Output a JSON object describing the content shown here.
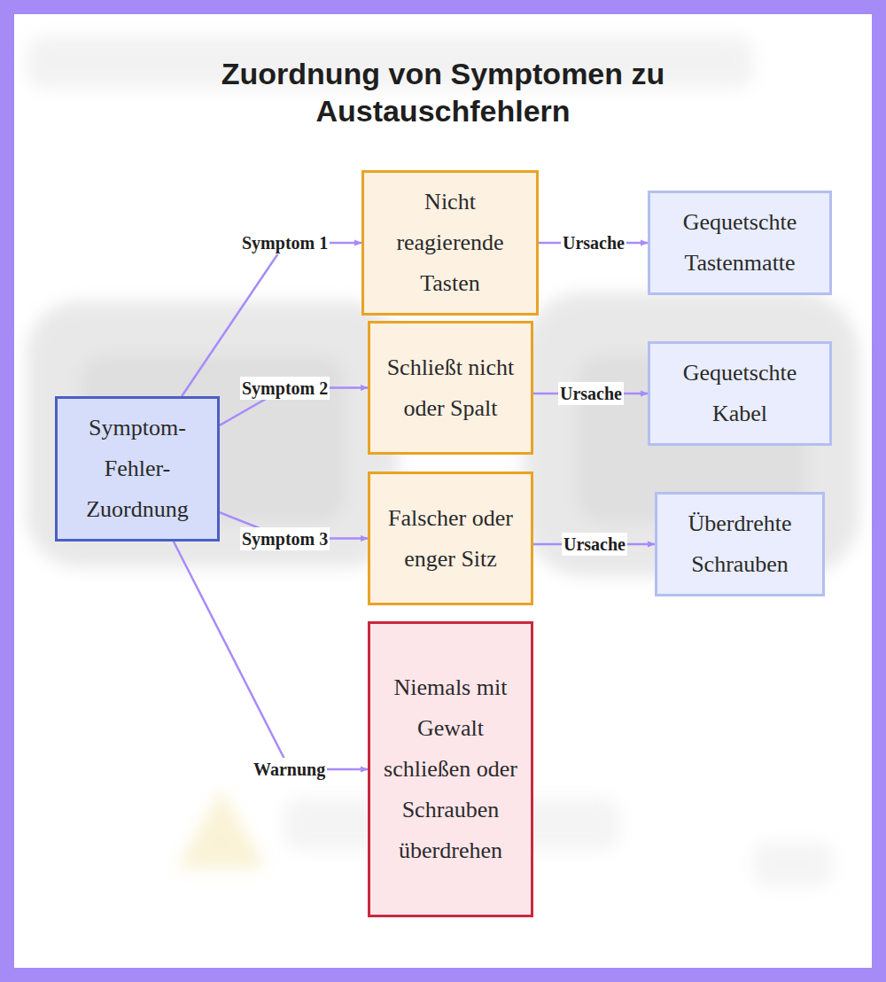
{
  "diagram": {
    "title": "Zuordnung von Symptomen zu Austauschfehlern",
    "nodes": [
      {
        "text": [
          "Symptom-Fehler-Zuordnung"
        ]
      },
      {
        "text": [
          "Nicht reagierende Tasten"
        ]
      },
      {
        "text": [
          "Gequetschte Tastenmatte"
        ]
      },
      {
        "text": [
          "Schließt nicht oder Spalt"
        ]
      },
      {
        "text": [
          "Gequetschte Kabel"
        ]
      },
      {
        "text": [
          "Falscher oder enger Sitz"
        ]
      },
      {
        "text": [
          "Überdrehte Schrauben"
        ]
      },
      {
        "text": [
          "Niemals mit Gewalt schließen oder Schrauben überdrehen"
        ]
      }
    ],
    "edges": [
      {
        "from": 0,
        "to": 1,
        "label": "Symptom 1",
        "arrow": "to"
      },
      {
        "from": 1,
        "to": 2,
        "label": "Ursache",
        "arrow": "to"
      },
      {
        "from": 0,
        "to": 3,
        "label": "Symptom 2",
        "arrow": "to"
      },
      {
        "from": 3,
        "to": 4,
        "label": "Ursache",
        "arrow": "to"
      },
      {
        "from": 0,
        "to": 5,
        "label": "Symptom 3",
        "arrow": "to"
      },
      {
        "from": 5,
        "to": 6,
        "label": "Ursache",
        "arrow": "to"
      },
      {
        "from": 0,
        "to": 7,
        "label": "Warnung",
        "arrow": "to"
      }
    ]
  }
}
